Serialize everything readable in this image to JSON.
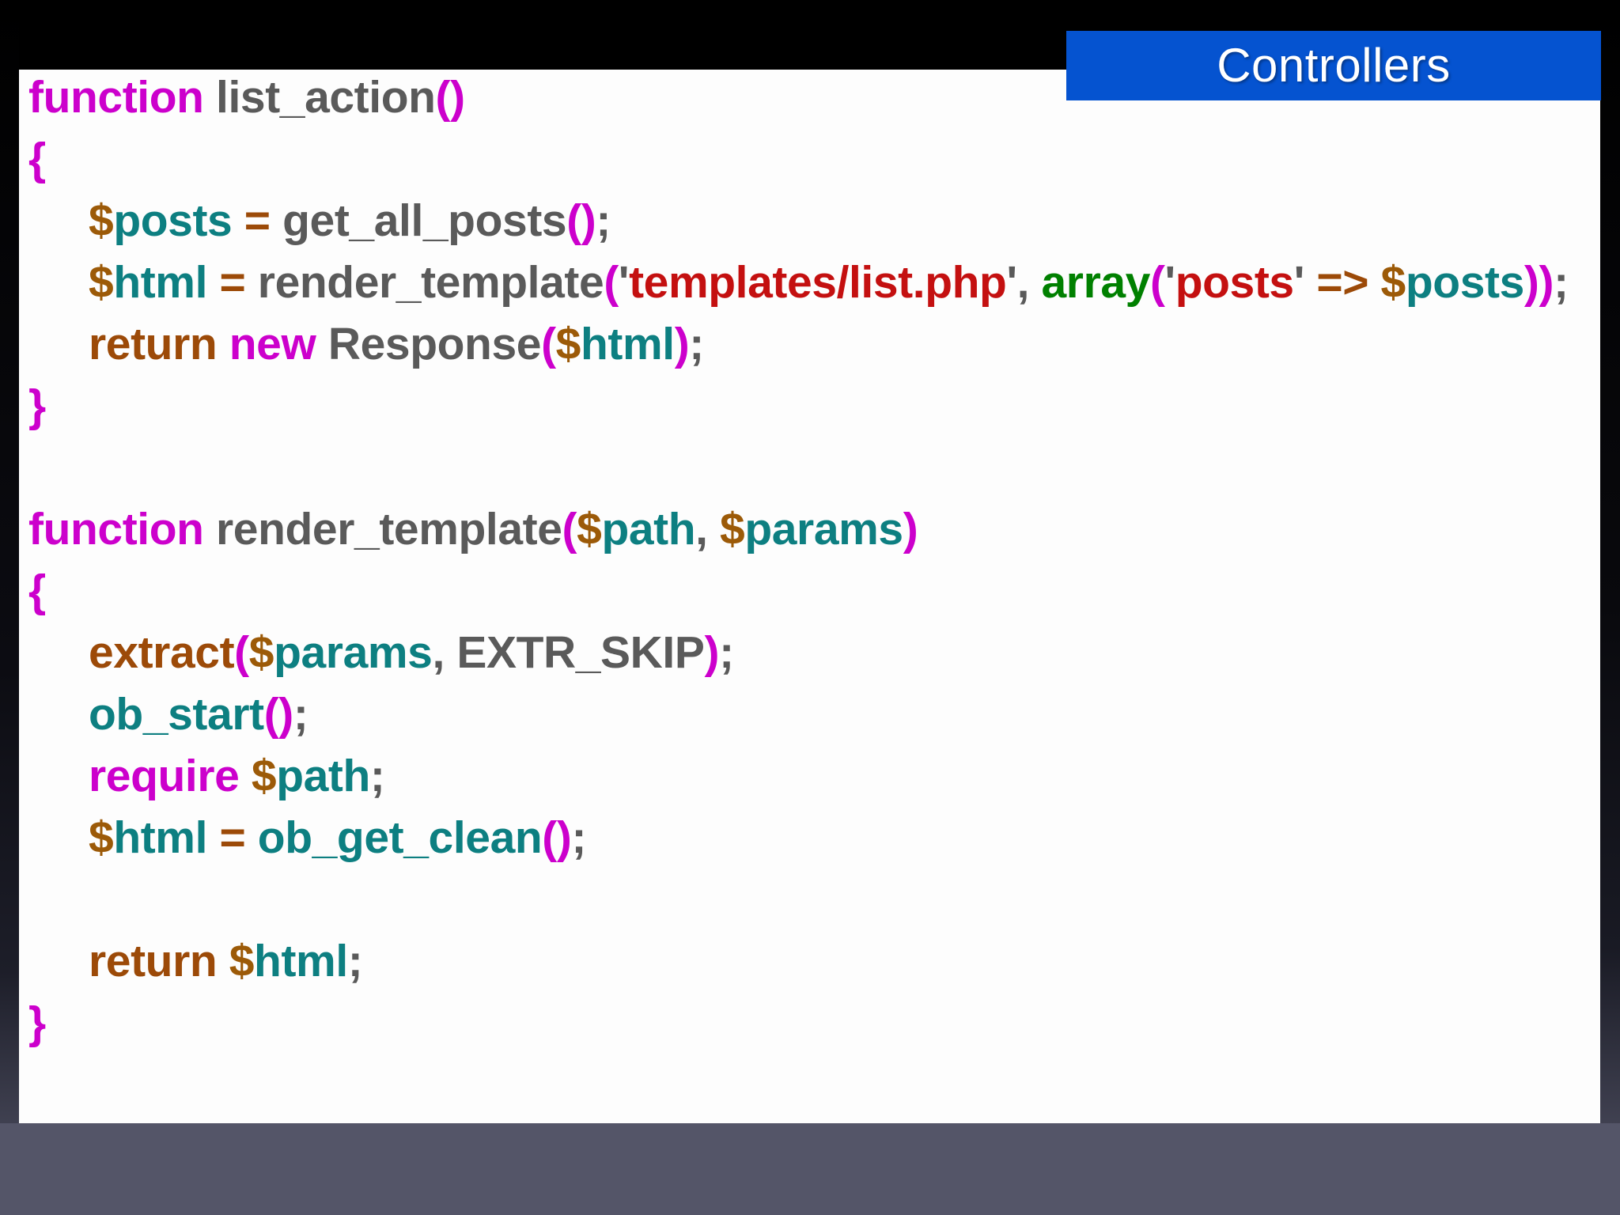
{
  "slide": {
    "title": "Controllers",
    "title_banner_color": "#0553d0",
    "title_text_color": "#ffffff",
    "card_background": "#fdfdfd",
    "slide_background": "#000000",
    "bottom_band_color": "#545568"
  },
  "syntax_colors": {
    "keyword": "#cc00cc",
    "identifier": "#5a5a5a",
    "punctuation": "#5a5a5a",
    "paren": "#cc00cc",
    "variable_sigil": "#9c5a08",
    "variable_name": "#0d7f81",
    "operator": "#9c4a08",
    "return_keyword": "#9c4a08",
    "string": "#c41010",
    "array_keyword": "#008000",
    "builtin_function": "#0d7f81"
  },
  "code": {
    "language": "php",
    "lines": [
      {
        "id": "line-1",
        "tokens": [
          {
            "t": "function",
            "c": "tok-kw"
          },
          {
            "t": " ",
            "c": "tok-punct"
          },
          {
            "t": "list_action",
            "c": "tok-ident"
          },
          {
            "t": "()",
            "c": "tok-paren"
          }
        ]
      },
      {
        "id": "line-2",
        "tokens": [
          {
            "t": "{",
            "c": "tok-paren"
          }
        ]
      },
      {
        "id": "line-3",
        "indent": 1,
        "tokens": [
          {
            "t": "$",
            "c": "tok-var-sigil"
          },
          {
            "t": "posts",
            "c": "tok-var"
          },
          {
            "t": " ",
            "c": "tok-punct"
          },
          {
            "t": "=",
            "c": "tok-op"
          },
          {
            "t": " ",
            "c": "tok-punct"
          },
          {
            "t": "get_all_posts",
            "c": "tok-ident"
          },
          {
            "t": "()",
            "c": "tok-paren"
          },
          {
            "t": ";",
            "c": "tok-punct"
          }
        ]
      },
      {
        "id": "line-4",
        "indent": 1,
        "tokens": [
          {
            "t": "$",
            "c": "tok-var-sigil"
          },
          {
            "t": "html",
            "c": "tok-var"
          },
          {
            "t": " ",
            "c": "tok-punct"
          },
          {
            "t": "=",
            "c": "tok-op"
          },
          {
            "t": " ",
            "c": "tok-punct"
          },
          {
            "t": "render_template",
            "c": "tok-ident"
          },
          {
            "t": "(",
            "c": "tok-paren"
          },
          {
            "t": "'",
            "c": "tok-punct"
          },
          {
            "t": "templates/list.php",
            "c": "tok-string"
          },
          {
            "t": "'",
            "c": "tok-punct"
          },
          {
            "t": ", ",
            "c": "tok-punct"
          },
          {
            "t": "array",
            "c": "tok-array"
          },
          {
            "t": "(",
            "c": "tok-paren"
          },
          {
            "t": "'",
            "c": "tok-punct"
          },
          {
            "t": "posts",
            "c": "tok-string"
          },
          {
            "t": "'",
            "c": "tok-punct"
          },
          {
            "t": " ",
            "c": "tok-punct"
          },
          {
            "t": "=>",
            "c": "tok-op"
          },
          {
            "t": " ",
            "c": "tok-punct"
          },
          {
            "t": "$",
            "c": "tok-var-sigil"
          },
          {
            "t": "posts",
            "c": "tok-var"
          },
          {
            "t": "))",
            "c": "tok-paren"
          },
          {
            "t": ";",
            "c": "tok-punct"
          }
        ]
      },
      {
        "id": "line-5",
        "indent": 1,
        "tokens": [
          {
            "t": "return",
            "c": "tok-return"
          },
          {
            "t": " ",
            "c": "tok-punct"
          },
          {
            "t": "new",
            "c": "tok-kw"
          },
          {
            "t": " ",
            "c": "tok-punct"
          },
          {
            "t": "Response",
            "c": "tok-ident"
          },
          {
            "t": "(",
            "c": "tok-paren"
          },
          {
            "t": "$",
            "c": "tok-var-sigil"
          },
          {
            "t": "html",
            "c": "tok-var"
          },
          {
            "t": ")",
            "c": "tok-paren"
          },
          {
            "t": ";",
            "c": "tok-punct"
          }
        ]
      },
      {
        "id": "line-6",
        "tokens": [
          {
            "t": "}",
            "c": "tok-paren"
          }
        ]
      },
      {
        "id": "line-7",
        "tokens": []
      },
      {
        "id": "line-8",
        "tokens": [
          {
            "t": "function",
            "c": "tok-kw"
          },
          {
            "t": " ",
            "c": "tok-punct"
          },
          {
            "t": "render_template",
            "c": "tok-ident"
          },
          {
            "t": "(",
            "c": "tok-paren"
          },
          {
            "t": "$",
            "c": "tok-var-sigil"
          },
          {
            "t": "path",
            "c": "tok-var"
          },
          {
            "t": ", ",
            "c": "tok-punct"
          },
          {
            "t": "$",
            "c": "tok-var-sigil"
          },
          {
            "t": "params",
            "c": "tok-var"
          },
          {
            "t": ")",
            "c": "tok-paren"
          }
        ]
      },
      {
        "id": "line-9",
        "tokens": [
          {
            "t": "{",
            "c": "tok-paren"
          }
        ]
      },
      {
        "id": "line-10",
        "indent": 1,
        "tokens": [
          {
            "t": "extract",
            "c": "tok-return"
          },
          {
            "t": "(",
            "c": "tok-paren"
          },
          {
            "t": "$",
            "c": "tok-var-sigil"
          },
          {
            "t": "params",
            "c": "tok-var"
          },
          {
            "t": ", ",
            "c": "tok-punct"
          },
          {
            "t": "EXTR_SKIP",
            "c": "tok-ident"
          },
          {
            "t": ")",
            "c": "tok-paren"
          },
          {
            "t": ";",
            "c": "tok-punct"
          }
        ]
      },
      {
        "id": "line-11",
        "indent": 1,
        "tokens": [
          {
            "t": "ob_start",
            "c": "tok-fn-builtin"
          },
          {
            "t": "()",
            "c": "tok-paren"
          },
          {
            "t": ";",
            "c": "tok-punct"
          }
        ]
      },
      {
        "id": "line-12",
        "indent": 1,
        "tokens": [
          {
            "t": "require",
            "c": "tok-kw"
          },
          {
            "t": " ",
            "c": "tok-punct"
          },
          {
            "t": "$",
            "c": "tok-var-sigil"
          },
          {
            "t": "path",
            "c": "tok-var"
          },
          {
            "t": ";",
            "c": "tok-punct"
          }
        ]
      },
      {
        "id": "line-13",
        "indent": 1,
        "tokens": [
          {
            "t": "$",
            "c": "tok-var-sigil"
          },
          {
            "t": "html",
            "c": "tok-var"
          },
          {
            "t": " ",
            "c": "tok-punct"
          },
          {
            "t": "=",
            "c": "tok-op"
          },
          {
            "t": " ",
            "c": "tok-punct"
          },
          {
            "t": "ob_get_clean",
            "c": "tok-fn-builtin"
          },
          {
            "t": "()",
            "c": "tok-paren"
          },
          {
            "t": ";",
            "c": "tok-punct"
          }
        ]
      },
      {
        "id": "line-14",
        "tokens": []
      },
      {
        "id": "line-15",
        "indent": 1,
        "tokens": [
          {
            "t": "return",
            "c": "tok-return"
          },
          {
            "t": " ",
            "c": "tok-punct"
          },
          {
            "t": "$",
            "c": "tok-var-sigil"
          },
          {
            "t": "html",
            "c": "tok-var"
          },
          {
            "t": ";",
            "c": "tok-punct"
          }
        ]
      },
      {
        "id": "line-16",
        "tokens": [
          {
            "t": "}",
            "c": "tok-paren"
          }
        ]
      }
    ]
  }
}
